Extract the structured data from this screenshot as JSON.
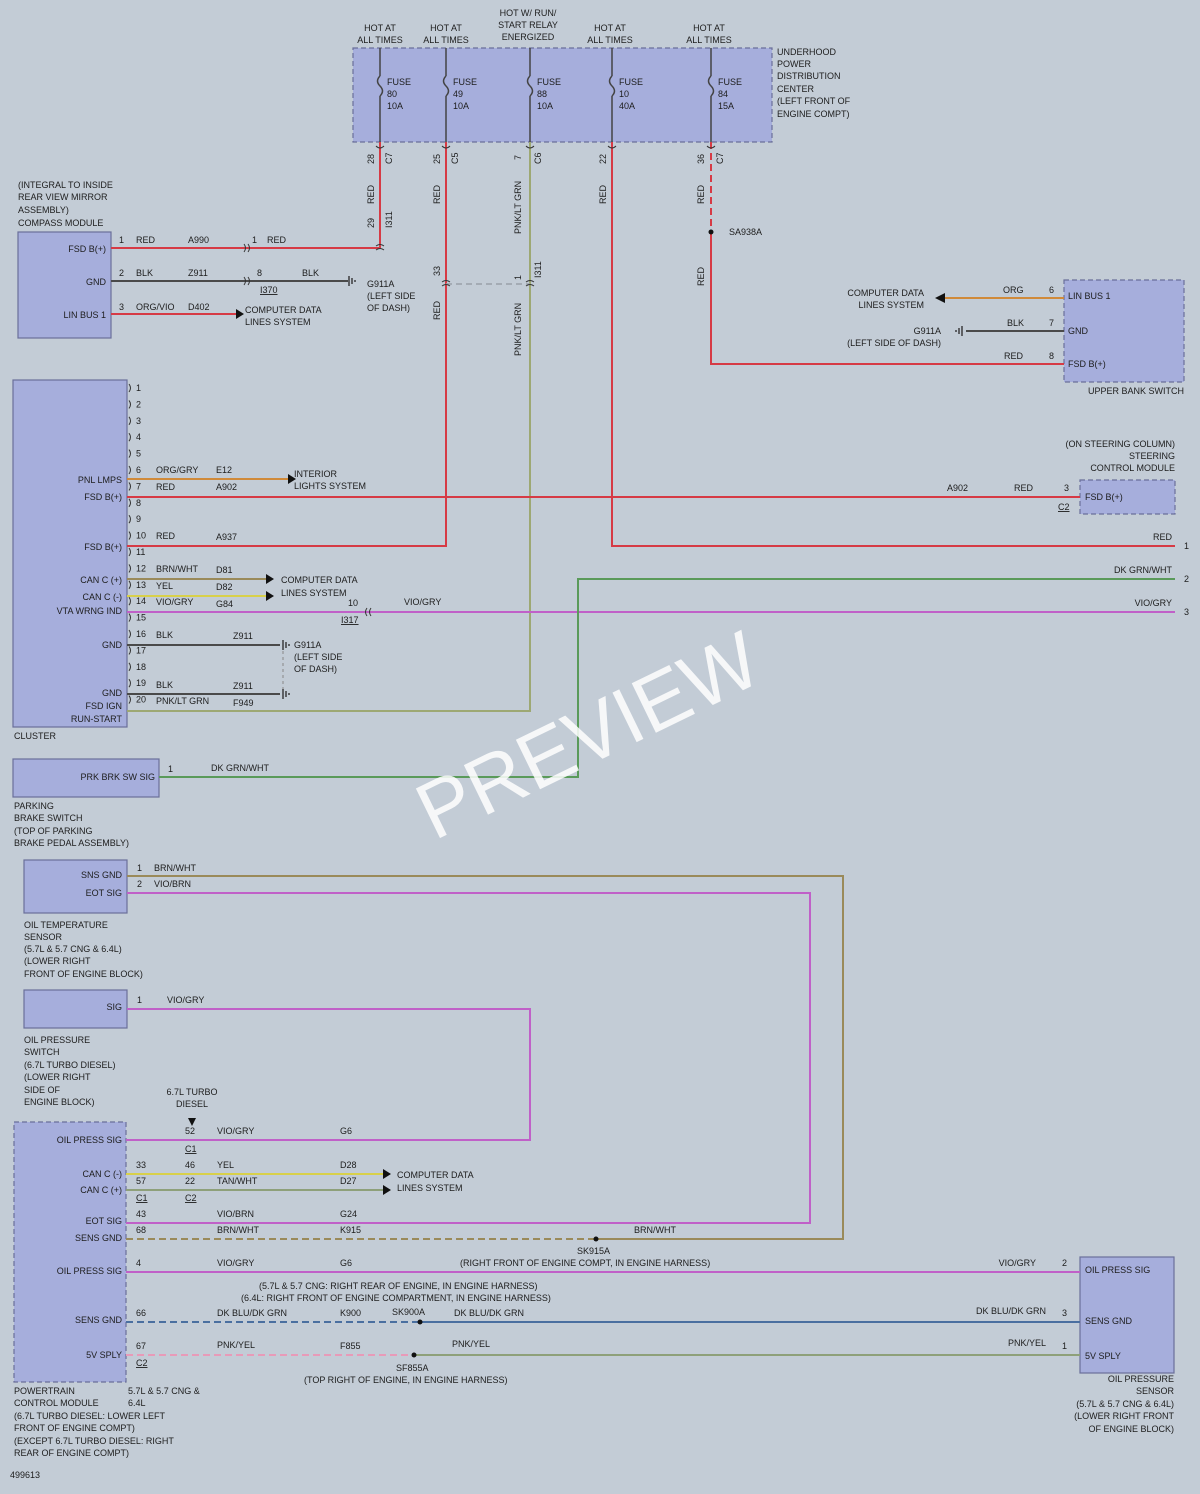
{
  "watermark": "PREVIEW",
  "diagram_id": "499613",
  "pdc": {
    "name": [
      "UNDERHOOD",
      "POWER",
      "DISTRIBUTION",
      "CENTER",
      "(LEFT FRONT OF",
      "ENGINE COMPT)"
    ],
    "feeds": [
      [
        "HOT AT",
        "ALL TIMES"
      ],
      [
        "HOT AT",
        "ALL TIMES"
      ],
      [
        "HOT W/ RUN/",
        "START RELAY",
        "ENERGIZED"
      ],
      [
        "HOT AT",
        "ALL TIMES"
      ],
      [
        "HOT AT",
        "ALL TIMES"
      ]
    ],
    "fuses": [
      [
        "FUSE",
        "80",
        "10A"
      ],
      [
        "FUSE",
        "49",
        "10A"
      ],
      [
        "FUSE",
        "88",
        "10A"
      ],
      [
        "FUSE",
        "10",
        "40A"
      ],
      [
        "FUSE",
        "84",
        "15A"
      ]
    ],
    "pins": [
      "28",
      "25",
      "7",
      "22",
      "36"
    ],
    "conns": [
      "C7",
      "C5",
      "C6",
      "",
      "C7"
    ]
  },
  "compass": {
    "desc": [
      "(INTEGRAL TO INSIDE",
      "REAR VIEW MIRROR",
      "ASSEMBLY)",
      "COMPASS MODULE"
    ],
    "pins": [
      "FSD B(+)",
      "GND",
      "LIN BUS 1"
    ],
    "nums": [
      "1",
      "2",
      "3"
    ],
    "colors": [
      "RED",
      "BLK",
      "ORG/VIO"
    ],
    "circuits": [
      "A990",
      "Z911",
      "D402"
    ],
    "i370_pins": [
      "1",
      "8"
    ],
    "i370_colors": [
      "RED",
      "BLK"
    ],
    "i370": "I370",
    "g911a": [
      "G911A",
      "(LEFT SIDE",
      "OF DASH)"
    ],
    "cdl": [
      "COMPUTER DATA",
      "LINES SYSTEM"
    ]
  },
  "wire_labels": {
    "red": "RED",
    "pnk": "PNK/LT GRN",
    "i311": "I311",
    "pin29": "29",
    "pin33": "33",
    "pin1": "1",
    "sa938a": "SA938A"
  },
  "ubs": {
    "name": "UPPER BANK SWITCH",
    "pins": [
      "LIN BUS 1",
      "GND",
      "FSD B(+)"
    ],
    "nums": [
      "6",
      "7",
      "8"
    ],
    "colors": [
      "ORG",
      "BLK",
      "RED"
    ],
    "cdl": [
      "COMPUTER DATA",
      "LINES SYSTEM"
    ],
    "g911a": [
      "G911A",
      "(LEFT SIDE OF DASH)"
    ]
  },
  "cluster": {
    "name": "CLUSTER",
    "pin_numbers": [
      "1",
      "2",
      "3",
      "4",
      "5",
      "6",
      "7",
      "8",
      "9",
      "10",
      "11",
      "12",
      "13",
      "14",
      "15",
      "16",
      "17",
      "18",
      "19",
      "20"
    ],
    "labels": [
      "PNL LMPS",
      "FSD B(+)",
      "FSD B(+)",
      "CAN C (+)",
      "CAN C (-)",
      "VTA WRNG IND",
      "GND",
      "GND",
      "FSD IGN",
      "RUN-START"
    ],
    "wires": [
      {
        "pin": "6",
        "color": "ORG/GRY",
        "circuit": "E12"
      },
      {
        "pin": "7",
        "color": "RED",
        "circuit": "A902"
      },
      {
        "pin": "10",
        "color": "RED",
        "circuit": "A937"
      },
      {
        "pin": "12",
        "color": "BRN/WHT",
        "circuit": "D81"
      },
      {
        "pin": "13",
        "color": "YEL",
        "circuit": "D82"
      },
      {
        "pin": "14",
        "color": "VIO/GRY",
        "circuit": "G84"
      },
      {
        "pin": "16",
        "color": "BLK",
        "circuit": "Z911"
      },
      {
        "pin": "19",
        "color": "BLK",
        "circuit": "Z911"
      },
      {
        "pin": "20",
        "color": "PNK/LT GRN",
        "circuit": "F949"
      }
    ],
    "interior": [
      "INTERIOR",
      "LIGHTS SYSTEM"
    ],
    "cdl": [
      "COMPUTER DATA",
      "LINES SYSTEM"
    ],
    "i317_pin": "10",
    "i317": "I317",
    "i317_color": "VIO/GRY",
    "g911a": [
      "G911A",
      "(LEFT SIDE",
      "OF DASH)"
    ]
  },
  "scm": {
    "desc": [
      "(ON STEERING COLUMN)",
      "STEERING",
      "CONTROL MODULE"
    ],
    "pin": "FSD B(+)",
    "num": "3",
    "conn": "C2",
    "circuit": "A902",
    "color": "RED"
  },
  "offpage": {
    "nums": [
      "1",
      "2",
      "3"
    ],
    "colors": [
      "RED",
      "DK GRN/WHT",
      "VIO/GRY"
    ]
  },
  "parking": {
    "pin": "PRK BRK SW SIG",
    "num": "1",
    "color": "DK GRN/WHT",
    "desc": [
      "PARKING",
      "BRAKE SWITCH",
      "(TOP OF PARKING",
      "BRAKE PEDAL ASSEMBLY)"
    ]
  },
  "oiltemp": {
    "pins": [
      "SNS GND",
      "EOT SIG"
    ],
    "nums": [
      "1",
      "2"
    ],
    "colors": [
      "BRN/WHT",
      "VIO/BRN"
    ],
    "desc": [
      "OIL TEMPERATURE",
      "SENSOR",
      "(5.7L & 5.7 CNG & 6.4L)",
      "(LOWER RIGHT",
      "FRONT OF ENGINE BLOCK)"
    ]
  },
  "oilsw": {
    "pin": "SIG",
    "num": "1",
    "color": "VIO/GRY",
    "desc": [
      "OIL PRESSURE",
      "SWITCH",
      "(6.7L TURBO DIESEL)",
      "(LOWER RIGHT",
      "SIDE OF",
      "ENGINE BLOCK)"
    ]
  },
  "pcm": {
    "pins": [
      "OIL PRESS SIG",
      "CAN C (-)",
      "CAN C (+)",
      "EOT SIG",
      "SENS GND",
      "OIL PRESS SIG",
      "SENS GND",
      "5V SPLY"
    ],
    "diesel": [
      "6.7L TURBO",
      "DIESEL"
    ],
    "c1": "C1",
    "c2": "C2",
    "c1b": "C1",
    "c2b": "C2",
    "wires": [
      {
        "pin": "52",
        "color": "VIO/GRY",
        "circuit": "G6"
      },
      {
        "pin": "46",
        "alt": "33",
        "color": "YEL",
        "circuit": "D28"
      },
      {
        "pin": "22",
        "alt": "57",
        "color": "TAN/WHT",
        "circuit": "D27"
      },
      {
        "pin": "43",
        "color": "VIO/BRN",
        "circuit": "G24"
      },
      {
        "pin": "68",
        "color": "BRN/WHT",
        "circuit": "K915"
      },
      {
        "pin": "4",
        "color": "VIO/GRY",
        "circuit": "G6"
      },
      {
        "pin": "66",
        "color": "DK BLU/DK GRN",
        "circuit": "K900"
      },
      {
        "pin": "67",
        "color": "PNK/YEL",
        "circuit": "F855"
      }
    ],
    "cdl": [
      "COMPUTER DATA",
      "LINES SYSTEM"
    ],
    "brnwht2": "BRN/WHT",
    "sk915a": "SK915A",
    "sk915a_desc": "(RIGHT FRONT OF ENGINE COMPT, IN ENGINE HARNESS)",
    "g6_note": [
      "(5.7L & 5.7 CNG: RIGHT REAR OF ENGINE, IN ENGINE HARNESS)",
      "(6.4L: RIGHT FRONT OF ENGINE COMPARTMENT, IN ENGINE HARNESS)"
    ],
    "sk900a": "SK900A",
    "dkblu2": "DK BLU/DK GRN",
    "sf855a": "SF855A",
    "pnkyel2": "PNK/YEL",
    "sf855a_desc": "(TOP RIGHT OF ENGINE, IN ENGINE HARNESS)",
    "engines": [
      "5.7L & 5.7 CNG &",
      "6.4L"
    ],
    "desc": [
      "POWERTRAIN",
      "CONTROL MODULE",
      "(6.7L TURBO DIESEL: LOWER LEFT",
      "FRONT OF ENGINE COMPT)",
      "(EXCEPT 6.7L TURBO DIESEL: RIGHT",
      "REAR OF ENGINE COMPT)"
    ]
  },
  "ops": {
    "pins": [
      "OIL PRESS SIG",
      "SENS GND",
      "5V SPLY"
    ],
    "nums": [
      "2",
      "3",
      "1"
    ],
    "colors": [
      "VIO/GRY",
      "DK BLU/DK GRN",
      "PNK/YEL"
    ],
    "desc": [
      "OIL PRESSURE",
      "SENSOR",
      "(5.7L & 5.7 CNG & 6.4L)",
      "(LOWER RIGHT FRONT",
      "OF ENGINE BLOCK)"
    ]
  }
}
